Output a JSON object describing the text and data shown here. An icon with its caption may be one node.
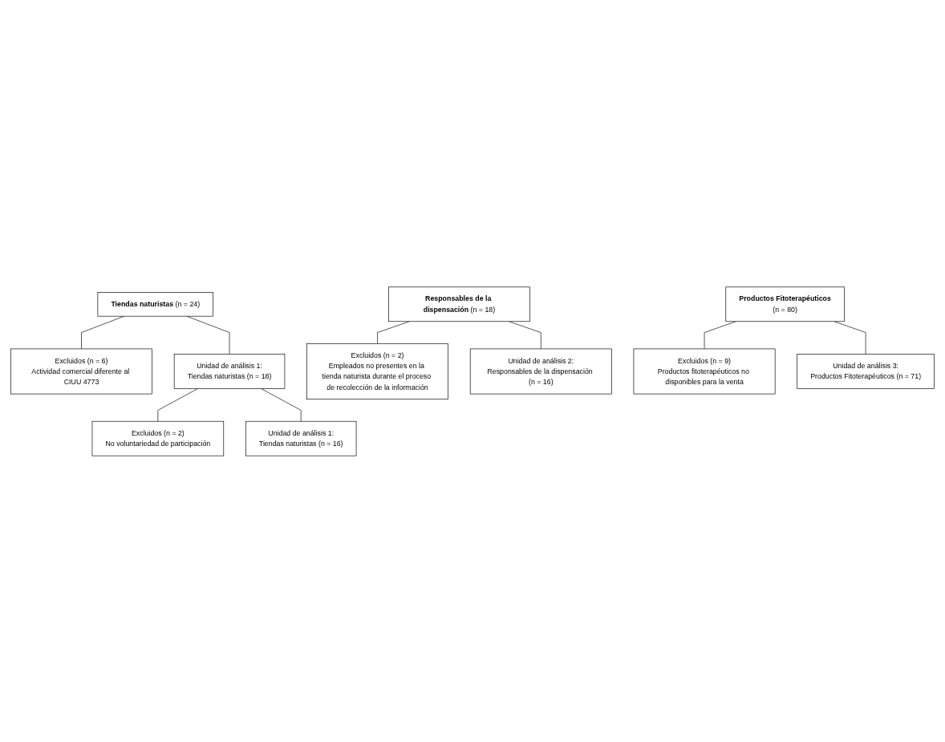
{
  "diagram": {
    "nodes": [
      {
        "text": [
          "Tiendas naturistas",
          "(n = 24)"
        ]
      },
      {
        "text": [
          "Excluidos (n = 6)",
          "Actividad comercial diferente al CIUU 4773"
        ]
      },
      {
        "text": [
          "Unidad de análisis 1:",
          "Tiendas naturistas (n = 18)"
        ]
      },
      {
        "text": [
          "Excluidos (n = 2)",
          "No voluntariedad de participación"
        ]
      },
      {
        "text": [
          "Unidad de análisis 1:",
          "Tiendas naturistas (n = 16)"
        ]
      },
      {
        "text": [
          "Responsables de la dispensación",
          "(n = 18)"
        ]
      },
      {
        "text": [
          "Excluidos (n = 2)",
          "Empleados no presentes en la tienda naturista durante el proceso de recolección de la información"
        ]
      },
      {
        "text": [
          "Unidad de análisis 2:",
          "Responsables de la dispensación (n = 16)"
        ]
      },
      {
        "text": [
          "Productos Fitoterapéuticos",
          "(n = 80)"
        ]
      },
      {
        "text": [
          "Excluidos (n = 9)",
          "Productos fitoterapéuticos no disponibles para la venta"
        ]
      },
      {
        "text": [
          "Unidad de análisis 3:",
          "Productos Fitoterapéuticos (n = 71)"
        ]
      }
    ],
    "edges": [
      {
        "from": 0,
        "to": 1,
        "arrow": "none"
      },
      {
        "from": 0,
        "to": 2,
        "arrow": "none"
      },
      {
        "from": 2,
        "to": 3,
        "arrow": "none"
      },
      {
        "from": 2,
        "to": 4,
        "arrow": "none"
      },
      {
        "from": 5,
        "to": 6,
        "arrow": "none"
      },
      {
        "from": 5,
        "to": 7,
        "arrow": "none"
      },
      {
        "from": 8,
        "to": 9,
        "arrow": "none"
      },
      {
        "from": 8,
        "to": 10,
        "arrow": "none"
      }
    ]
  }
}
